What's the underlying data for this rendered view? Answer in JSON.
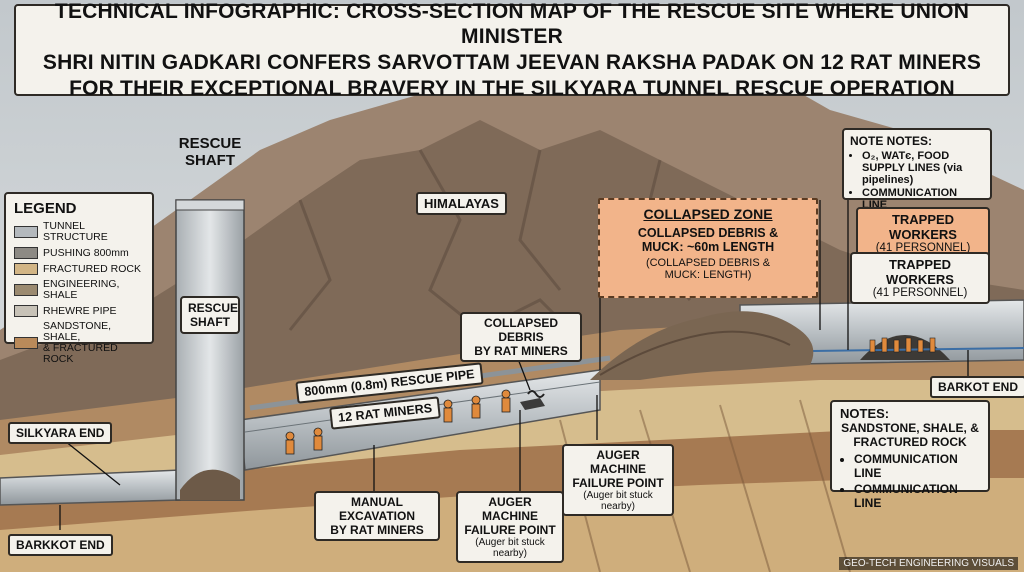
{
  "title": {
    "line1": "TECHNICAL INFOGRAPHIC: CROSS-SECTION MAP OF THE RESCUE SITE WHERE UNION MINISTER",
    "line2": "SHRI NITIN GADKARI CONFERS SARVOTTAM JEEVAN RAKSHA PADAK ON 12  RAT MINERS",
    "line3": "FOR THEIR EXCEPTIONAL BRAVERY IN THE SILKYARA TUNNEL RESCUE OPERATION"
  },
  "legend": {
    "title": "LEGEND",
    "items": [
      {
        "label": "TUNNEL STRUCTURE",
        "color": "#b4b9bd"
      },
      {
        "label": "PUSHING 800mm",
        "color": "#8d8a84"
      },
      {
        "label": "FRACTURED ROCK",
        "color": "#d2b585"
      },
      {
        "label": "ENGINEERING, SHALE",
        "color": "#9b8a70"
      },
      {
        "label": "RHEWRE PIPE",
        "color": "#c7c2b7"
      },
      {
        "label": "SANDSTONE, SHALE,",
        "label2": "& FRACTURED ROCK",
        "color": "#b98a5a"
      }
    ]
  },
  "labels": {
    "rescue_shaft_top": [
      "RESCUE",
      "SHAFT"
    ],
    "rescue_shaft_box": [
      "RESCUE",
      "SHAFT"
    ],
    "himalayas": "HIMALAYAS",
    "rescue_pipe": "800mm (0.8m) RESCUE PIPE",
    "rat_miners": "12 RAT MINERS",
    "collapsed_debris": [
      "COLLAPSED DEBRIS",
      "BY RAT MINERS"
    ],
    "silkyara_end": "SILKYARA END",
    "barkkot_end": "BARKKOT END",
    "barkot_end": "BARKOT END",
    "manual_excavation": [
      "MANUAL EXCAVATION",
      "BY RAT MINERS"
    ],
    "auger_1": {
      "title": [
        "AUGER MACHINE",
        "FAILURE POINT"
      ],
      "sub": "(Auger bit stuck nearby)"
    },
    "auger_2": {
      "title": [
        "AUGER MACHINE",
        "FAILURE POINT"
      ],
      "sub": "(Auger bit stuck nearby)"
    }
  },
  "collapsed_zone": {
    "title": "COLLAPSED ZONE",
    "body": [
      "COLLAPSED DEBRIS &",
      "MUCK: ~60m LENGTH"
    ],
    "sub": [
      "(COLLAPSED DEBRIS &",
      "MUCK: LENGTH)"
    ]
  },
  "notes_top": {
    "title": "NOTE NOTES:",
    "items": [
      "O₂, WATє, FOOD SUPPLY LINES (via pipelines)",
      "COMMUNICATION LINE"
    ]
  },
  "trapped_1": {
    "title": "TRAPPED WORKERS",
    "sub": "(41 PERSONNEL)"
  },
  "trapped_2": {
    "title": "TRAPPED WORKERS",
    "sub": "(41 PERSONNEL)"
  },
  "notes_bottom": {
    "title": "NOTES:",
    "sub": [
      "SANDSTONE, SHALE, &",
      "FRACTURED ROCK"
    ],
    "items": [
      "COMMUNICATION LINE",
      "COMMUNICATION LINE"
    ]
  },
  "watermark": "GEO-TECH ENGINEERING VISUALS",
  "colors": {
    "mountain": "#8a7462",
    "mountain_dark": "#6e5a4b",
    "strata_tan": "#d6bd8d",
    "strata_brown": "#a97b52",
    "tunnel": "#b8bec2",
    "debris": "#7a6652",
    "worker": "#e08a3c"
  }
}
